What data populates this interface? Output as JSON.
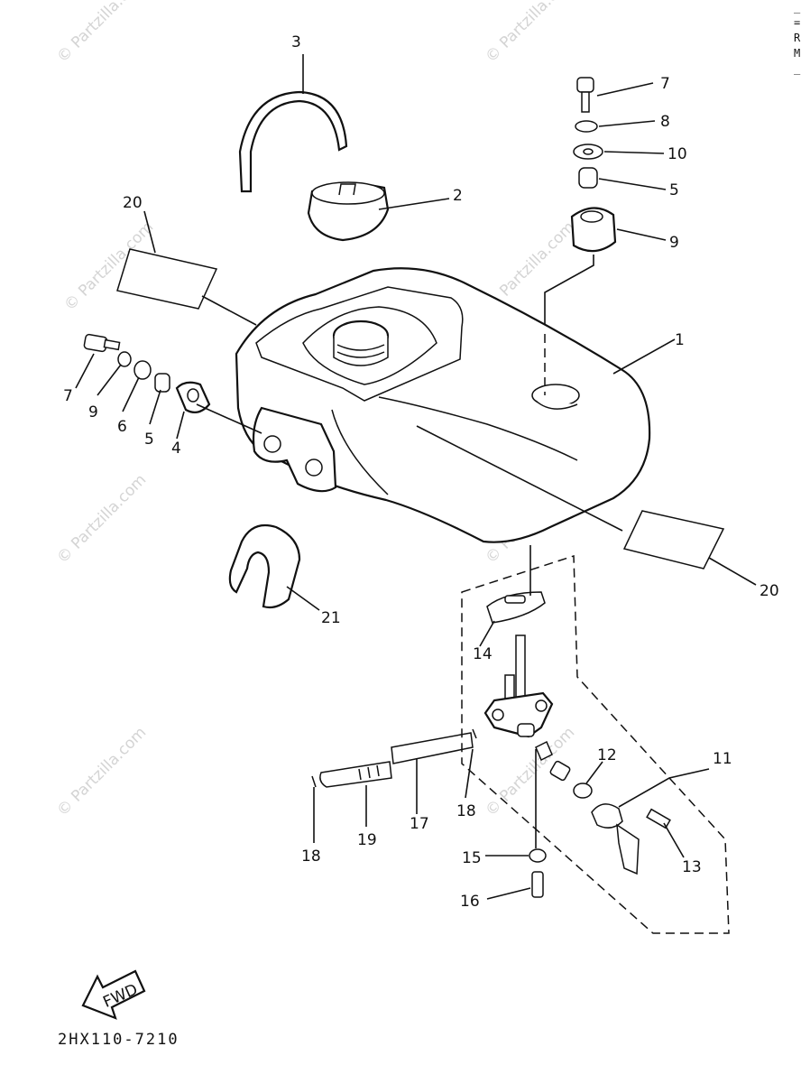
{
  "diagram": {
    "drawing_code": "2HX110-7210",
    "fwd_label": "FWD",
    "watermark": "© Partzilla.com",
    "edge_text": [
      "_",
      "=",
      "R",
      "M",
      "_"
    ]
  },
  "callouts": [
    {
      "id": "c3",
      "number": "3"
    },
    {
      "id": "c2",
      "number": "2"
    },
    {
      "id": "c20a",
      "number": "20"
    },
    {
      "id": "c7a",
      "number": "7"
    },
    {
      "id": "c8a",
      "number": "8"
    },
    {
      "id": "c10",
      "number": "10"
    },
    {
      "id": "c5a",
      "number": "5"
    },
    {
      "id": "c9a",
      "number": "9"
    },
    {
      "id": "c1",
      "number": "1"
    },
    {
      "id": "c7b",
      "number": "7"
    },
    {
      "id": "c9b",
      "number": "9"
    },
    {
      "id": "c6",
      "number": "6"
    },
    {
      "id": "c5b",
      "number": "5"
    },
    {
      "id": "c4",
      "number": "4"
    },
    {
      "id": "c20b",
      "number": "20"
    },
    {
      "id": "c21",
      "number": "21"
    },
    {
      "id": "c14",
      "number": "14"
    },
    {
      "id": "c11",
      "number": "11"
    },
    {
      "id": "c12",
      "number": "12"
    },
    {
      "id": "c18a",
      "number": "18"
    },
    {
      "id": "c17",
      "number": "17"
    },
    {
      "id": "c19",
      "number": "19"
    },
    {
      "id": "c18b",
      "number": "18"
    },
    {
      "id": "c13",
      "number": "13"
    },
    {
      "id": "c15",
      "number": "15"
    },
    {
      "id": "c16",
      "number": "16"
    }
  ]
}
